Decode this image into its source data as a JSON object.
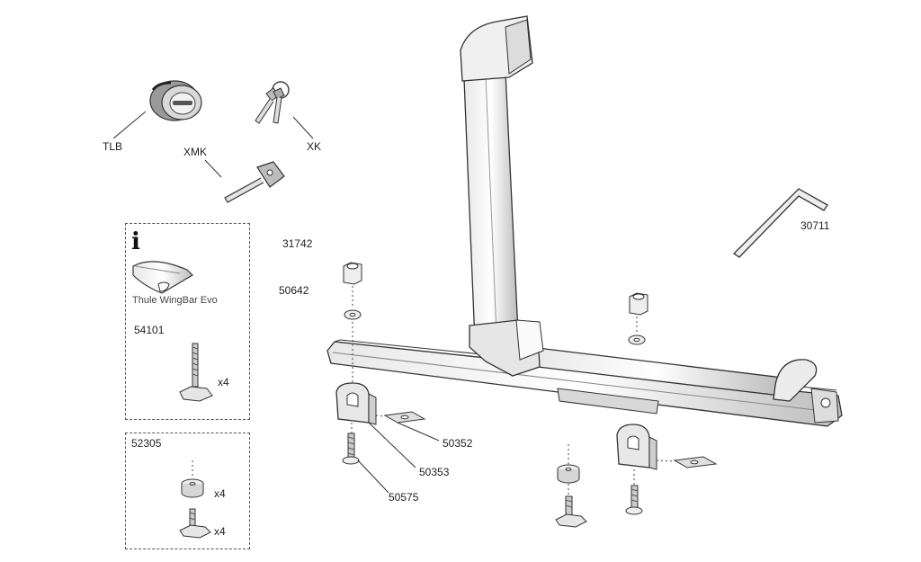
{
  "labels": {
    "tlb": "TLB",
    "xmk": "XMK",
    "xk": "XK",
    "p30711": "30711",
    "p31742": "31742",
    "p50642": "50642",
    "p50352": "50352",
    "p50353": "50353",
    "p50575": "50575",
    "p54101": "54101",
    "p52305": "52305"
  },
  "info_box": {
    "icon": "info-icon",
    "glyph": "i",
    "caption": "Thule WingBar Evo"
  },
  "quantities": {
    "bolt_54101": "x4",
    "spacer_52305": "x4",
    "bolt_52305": "x4"
  },
  "colors": {
    "line": "#333333",
    "fill": "#f4f4f4",
    "shade": "#cfcfcf",
    "dark": "#555555"
  }
}
